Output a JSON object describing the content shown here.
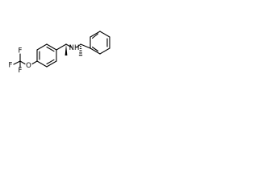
{
  "molecule": {
    "atoms": {
      "f_top": "F",
      "f_left": "F",
      "f_bottom": "F",
      "c_cf3": "C",
      "oxygen": "O",
      "nitrogen_h": "NH"
    },
    "stereo_bonds": [
      "wedge",
      "hash"
    ],
    "colors": {
      "bond": "#000000",
      "label": "#000000",
      "background": "#ffffff"
    }
  }
}
